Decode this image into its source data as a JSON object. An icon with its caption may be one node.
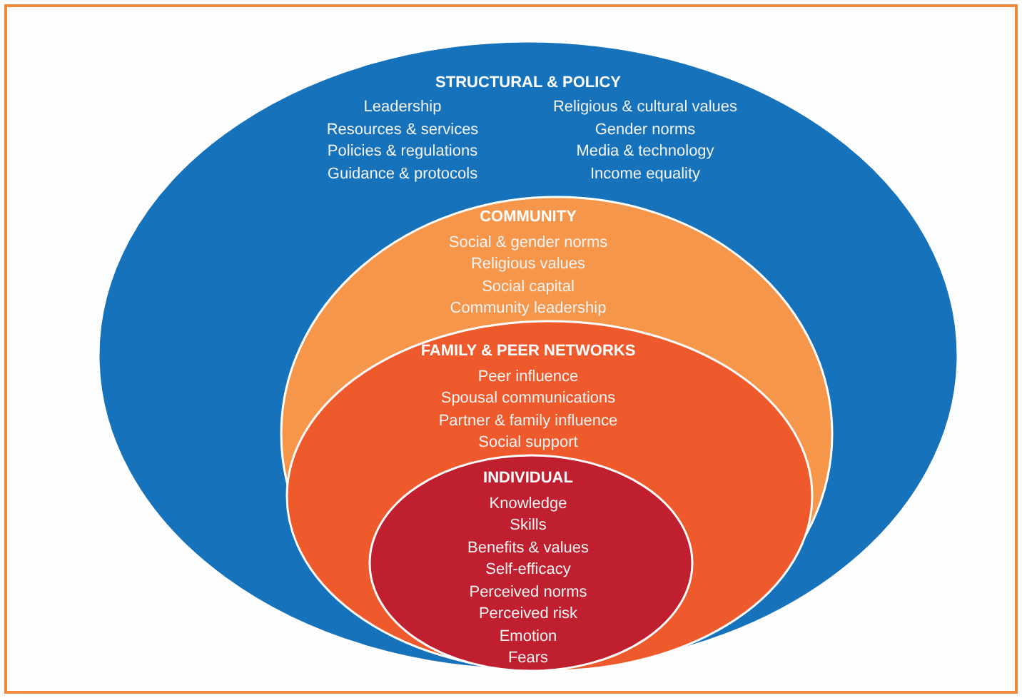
{
  "diagram": {
    "nodes": [
      {
        "text": [
          "STRUCTURAL & POLICY",
          "Leadership",
          "Resources & services",
          "Policies & regulations",
          "Guidance & protocols",
          "Religious & cultural values",
          "Gender norms",
          "Media & technology",
          "Income equality"
        ]
      },
      {
        "text": [
          "COMMUNITY",
          "Social & gender norms",
          "Religious values",
          "Social capital",
          "Community leadership"
        ],
        "in": 0
      },
      {
        "text": [
          "FAMILY & PEER NETWORKS",
          "Peer influence",
          "Spousal communications",
          "Partner & family influence",
          "Social support"
        ],
        "in": 1
      },
      {
        "text": [
          "INDIVIDUAL",
          "Knowledge",
          "Skills",
          "Benefits & values",
          "Self-efficacy",
          "Perceived norms",
          "Perceived risk",
          "Emotion",
          "Fears"
        ],
        "in": 2
      }
    ],
    "edges": []
  }
}
